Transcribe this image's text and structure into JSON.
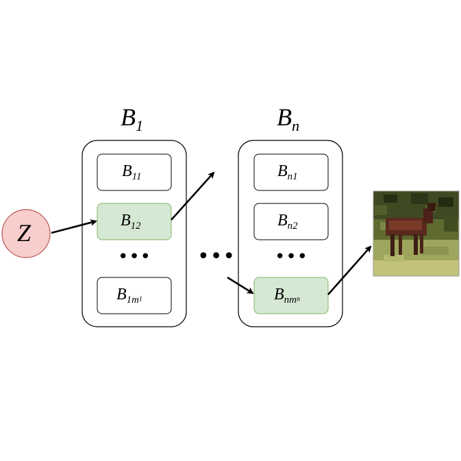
{
  "latent": {
    "base": "Z"
  },
  "groups": [
    {
      "base": "B",
      "sub": "1"
    },
    {
      "base": "B",
      "sub": "n"
    }
  ],
  "group1_blocks": [
    {
      "base": "B",
      "sub": "11",
      "highlighted": false
    },
    {
      "base": "B",
      "sub": "12",
      "highlighted": true
    },
    {
      "ellipsis": "•••"
    },
    {
      "base": "B",
      "sub": "1m",
      "subsub": "1",
      "highlighted": false
    }
  ],
  "groupn_blocks": [
    {
      "base": "B",
      "sub": "n1",
      "highlighted": false
    },
    {
      "base": "B",
      "sub": "n2",
      "highlighted": false
    },
    {
      "ellipsis": "•••"
    },
    {
      "base": "B",
      "sub": "nm",
      "subsub": "n",
      "highlighted": true
    }
  ],
  "between_ellipsis": "•••",
  "colors": {
    "latent_fill": "#f8cecc",
    "latent_stroke": "#b85450",
    "highlight_fill": "#d5e8d4",
    "highlight_stroke": "#82b366",
    "stroke": "#000000"
  },
  "output_image": {
    "icon": "deer-photo-thumbnail"
  }
}
